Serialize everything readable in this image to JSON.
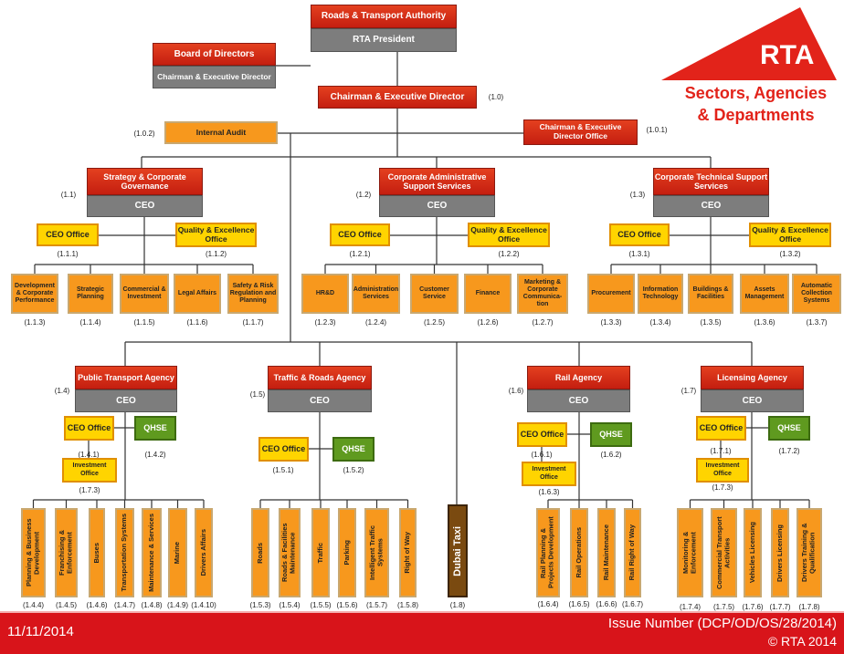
{
  "header": {
    "authority": "Roads & Transport Authority",
    "president": "RTA President",
    "board": "Board of Directors",
    "board_chair": "Chairman & Executive Director",
    "chairman": "Chairman & Executive Director",
    "chairman_code": "(1.0)",
    "internal_audit": "Internal Audit",
    "internal_audit_code": "(1.0.2)",
    "chairman_office": "Chairman & Executive Director Office",
    "chairman_office_code": "(1.0.1)"
  },
  "logo": {
    "text": "RTA",
    "title_line1": "Sectors, Agencies",
    "title_line2": "& Departments",
    "color": "#e2231a"
  },
  "sectors": [
    {
      "name": "Strategy & Corporate Governance",
      "code": "(1.1)",
      "ceo": "CEO",
      "ceo_office": "CEO Office",
      "ceo_office_code": "(1.1.1)",
      "quality": "Quality & Excellence Office",
      "quality_code": "(1.1.2)",
      "departments": [
        {
          "name": "Development & Corporate Performance",
          "code": "(1.1.3)"
        },
        {
          "name": "Strategic Planning",
          "code": "(1.1.4)"
        },
        {
          "name": "Commercial & Investment",
          "code": "(1.1.5)"
        },
        {
          "name": "Legal Affairs",
          "code": "(1.1.6)"
        },
        {
          "name": "Safety & Risk Regulation and Planning",
          "code": "(1.1.7)"
        }
      ]
    },
    {
      "name": "Corporate Administrative Support Services",
      "code": "(1.2)",
      "ceo": "CEO",
      "ceo_office": "CEO Office",
      "ceo_office_code": "(1.2.1)",
      "quality": "Quality & Excellence Office",
      "quality_code": "(1.2.2)",
      "departments": [
        {
          "name": "HR&D",
          "code": "(1.2.3)"
        },
        {
          "name": "Administration Services",
          "code": "(1.2.4)"
        },
        {
          "name": "Customer Service",
          "code": "(1.2.5)"
        },
        {
          "name": "Finance",
          "code": "(1.2.6)"
        },
        {
          "name": "Marketing & Corporate Communica-tion",
          "code": "(1.2.7)"
        }
      ]
    },
    {
      "name": "Corporate Technical Support Services",
      "code": "(1.3)",
      "ceo": "CEO",
      "ceo_office": "CEO Office",
      "ceo_office_code": "(1.3.1)",
      "quality": "Quality & Excellence Office",
      "quality_code": "(1.3.2)",
      "departments": [
        {
          "name": "Procurement",
          "code": "(1.3.3)"
        },
        {
          "name": "Information Technology",
          "code": "(1.3.4)"
        },
        {
          "name": "Buildings & Facilities",
          "code": "(1.3.5)"
        },
        {
          "name": "Assets Management",
          "code": "(1.3.6)"
        },
        {
          "name": "Automatic Collection Systems",
          "code": "(1.3.7)"
        }
      ]
    }
  ],
  "agencies": [
    {
      "name": "Public Transport Agency",
      "code": "(1.4)",
      "ceo": "CEO",
      "ceo_office": "CEO Office",
      "ceo_office_code": "(1.4.1)",
      "qhse": "QHSE",
      "qhse_code": "(1.4.2)",
      "investment": "Investment Office",
      "investment_code": "(1.7.3)",
      "departments": [
        {
          "name": "Planning & Business Development",
          "code": "(1.4.4)"
        },
        {
          "name": "Franchising & Enforcement",
          "code": "(1.4.5)"
        },
        {
          "name": "Buses",
          "code": "(1.4.6)"
        },
        {
          "name": "Transportation Systems",
          "code": "(1.4.7)"
        },
        {
          "name": "Maintenance & Services",
          "code": "(1.4.8)"
        },
        {
          "name": "Marine",
          "code": "(1.4.9)"
        },
        {
          "name": "Drivers Affairs",
          "code": "(1.4.10)"
        }
      ]
    },
    {
      "name": "Traffic & Roads Agency",
      "code": "(1.5)",
      "ceo": "CEO",
      "ceo_office": "CEO Office",
      "ceo_office_code": "(1.5.1)",
      "qhse": "QHSE",
      "qhse_code": "(1.5.2)",
      "departments": [
        {
          "name": "Roads",
          "code": "(1.5.3)"
        },
        {
          "name": "Roads & Facilities Maintenance",
          "code": "(1.5.4)"
        },
        {
          "name": "Traffic",
          "code": "(1.5.5)"
        },
        {
          "name": "Parking",
          "code": "(1.5.6)"
        },
        {
          "name": "Intelligent Traffic Systems",
          "code": "(1.5.7)"
        },
        {
          "name": "Right of Way",
          "code": "(1.5.8)"
        }
      ]
    },
    {
      "name": "Rail Agency",
      "code": "(1.6)",
      "ceo": "CEO",
      "ceo_office": "CEO Office",
      "ceo_office_code": "(1.6.1)",
      "qhse": "QHSE",
      "qhse_code": "(1.6.2)",
      "investment": "Investment Office",
      "investment_code": "(1.6.3)",
      "departments": [
        {
          "name": "Rail Planning & Projects Development",
          "code": "(1.6.4)"
        },
        {
          "name": "Rail Operations",
          "code": "(1.6.5)"
        },
        {
          "name": "Rail Maintenance",
          "code": "(1.6.6)"
        },
        {
          "name": "Rail Right of Way",
          "code": "(1.6.7)"
        }
      ]
    },
    {
      "name": "Licensing Agency",
      "code": "(1.7)",
      "ceo": "CEO",
      "ceo_office": "CEO Office",
      "ceo_office_code": "(1.7.1)",
      "qhse": "QHSE",
      "qhse_code": "(1.7.2)",
      "investment": "Investment Office",
      "investment_code": "(1.7.3)",
      "departments": [
        {
          "name": "Monitoring & Enforcement",
          "code": "(1.7.4)"
        },
        {
          "name": "Commercial Transport Activities",
          "code": "(1.7.5)"
        },
        {
          "name": "Vehicles Licensing",
          "code": "(1.7.6)"
        },
        {
          "name": "Drivers Licensing",
          "code": "(1.7.7)"
        },
        {
          "name": "Drivers Training & Qualification",
          "code": "(1.7.8)"
        }
      ]
    }
  ],
  "dubai_taxi": {
    "name": "Dubai Taxi",
    "code": "(1.8)"
  },
  "footer": {
    "date": "11/11/2014",
    "issue": "Issue Number (DCP/OD/OS/28/2014)",
    "copyright": "© RTA 2014"
  }
}
